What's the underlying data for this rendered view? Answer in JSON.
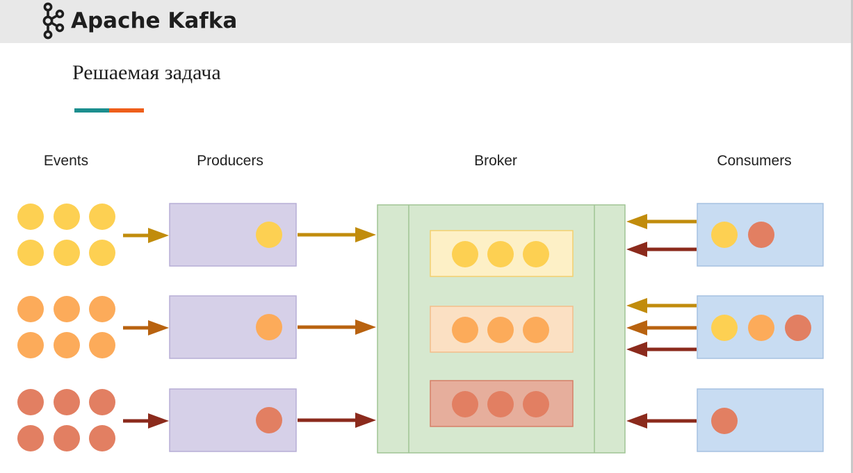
{
  "header": {
    "brand_name": "Apache Kafka",
    "logo_icon": "kafka-logo-icon"
  },
  "slide": {
    "title": "Решаемая задача",
    "accent_colors": [
      "#1b8e8e",
      "#ee5e1a"
    ]
  },
  "columns": {
    "events": "Events",
    "producers": "Producers",
    "broker": "Broker",
    "consumers": "Consumers"
  },
  "colors": {
    "yellow": "#fdd052",
    "orange": "#fcab5a",
    "red": "#e27f62",
    "arrow_yellow": "#c18c0c",
    "arrow_orange": "#b8620f",
    "arrow_red": "#8b2a1c",
    "producer_box": "#d6d0e8",
    "broker_box": "#d6e8cf",
    "consumer_box": "#c8dcf2"
  },
  "event_groups": [
    {
      "color": "yellow",
      "count": 6
    },
    {
      "color": "orange",
      "count": 6
    },
    {
      "color": "red",
      "count": 6
    }
  ],
  "producers": [
    {
      "event_color": "yellow"
    },
    {
      "event_color": "orange"
    },
    {
      "event_color": "red"
    }
  ],
  "broker": {
    "topics": [
      {
        "color": "yellow",
        "events": 3
      },
      {
        "color": "orange",
        "events": 3
      },
      {
        "color": "red",
        "events": 3
      }
    ]
  },
  "consumers": [
    {
      "subscriptions": [
        "yellow",
        "red"
      ]
    },
    {
      "subscriptions": [
        "yellow",
        "orange",
        "red"
      ]
    },
    {
      "subscriptions": [
        "red"
      ]
    }
  ]
}
